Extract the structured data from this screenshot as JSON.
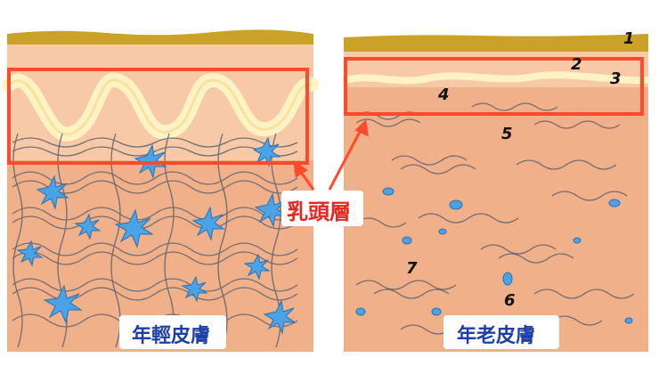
{
  "labels": {
    "papillary_layer": "乳頭層",
    "young_skin": "年輕皮膚",
    "aged_skin": "年老皮膚"
  },
  "numbers": [
    "1",
    "2",
    "3",
    "4",
    "5",
    "6",
    "7"
  ],
  "colors": {
    "epidermis_gold": "#c9a227",
    "upper_dermis": "#f7c9a7",
    "dermis": "#f0b08a",
    "wave_band": "#fff3c4",
    "highlight_red": "#ff4b2b",
    "fiber": "#5a5f6b",
    "cell_blue": "#4aa3e6",
    "caption_blue": "#1f3fa8"
  }
}
